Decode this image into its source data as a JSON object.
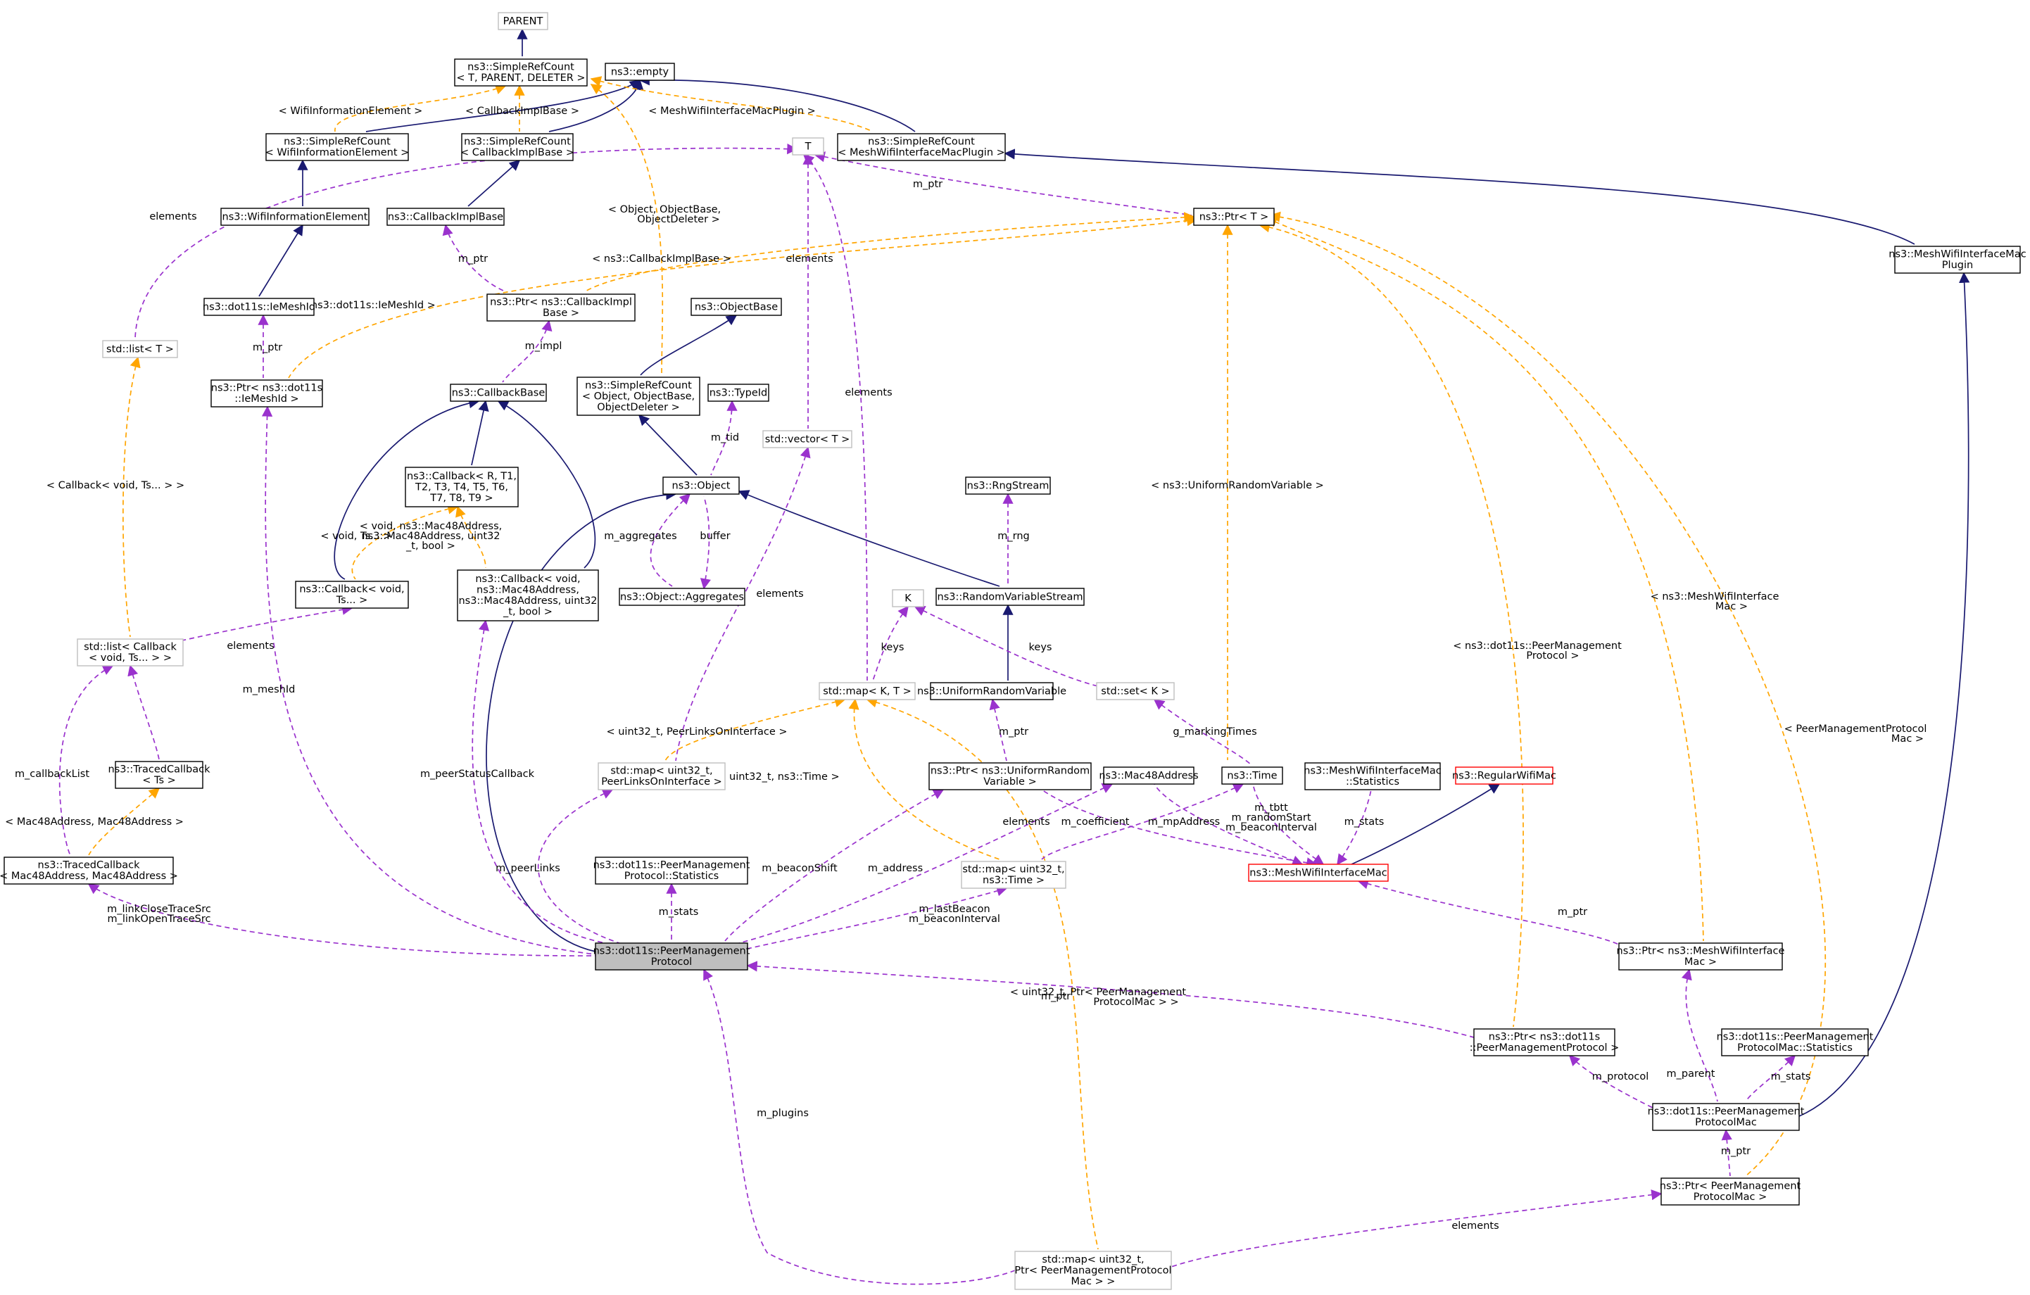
{
  "colors": {
    "inherit": "#191970",
    "member": "#9a32cd",
    "template": "#ffa500",
    "border_normal": "#000000",
    "border_template": "#bfbfbf",
    "border_red": "#ff0000",
    "focus_fill": "#bfbfbf"
  },
  "nodes": {
    "parent": {
      "lines": [
        "PARENT"
      ],
      "style": "template"
    },
    "simplerefcount_t": {
      "lines": [
        "ns3::SimpleRefCount",
        "< T, PARENT, DELETER >"
      ],
      "style": "normal"
    },
    "empty": {
      "lines": [
        "ns3::empty"
      ],
      "style": "normal"
    },
    "simplerefcount_wifi": {
      "lines": [
        "ns3::SimpleRefCount",
        "< WifiInformationElement >"
      ],
      "style": "normal"
    },
    "simplerefcount_cb": {
      "lines": [
        "ns3::SimpleRefCount",
        "< CallbackImplBase >"
      ],
      "style": "normal"
    },
    "simplerefcount_meshplugin": {
      "lines": [
        "ns3::SimpleRefCount",
        "< MeshWifiInterfaceMacPlugin >"
      ],
      "style": "normal"
    },
    "t": {
      "lines": [
        "T"
      ],
      "style": "template"
    },
    "wifiinfoelement": {
      "lines": [
        "ns3::WifiInformationElement"
      ],
      "style": "normal"
    },
    "callbackimplbase": {
      "lines": [
        "ns3::CallbackImplBase"
      ],
      "style": "normal"
    },
    "ptr_t": {
      "lines": [
        "ns3::Ptr< T >"
      ],
      "style": "normal"
    },
    "meshwifiplugin": {
      "lines": [
        "ns3::MeshWifiInterfaceMac",
        "Plugin"
      ],
      "style": "normal"
    },
    "iemeshid": {
      "lines": [
        "ns3::dot11s::IeMeshId"
      ],
      "style": "normal"
    },
    "ptr_cbimpl": {
      "lines": [
        "ns3::Ptr< ns3::CallbackImpl",
        "Base >"
      ],
      "style": "normal"
    },
    "objectbase": {
      "lines": [
        "ns3::ObjectBase"
      ],
      "style": "normal"
    },
    "stdlist_t": {
      "lines": [
        "std::list< T >"
      ],
      "style": "template"
    },
    "ptr_iemeshid": {
      "lines": [
        "ns3::Ptr< ns3::dot11s",
        "::IeMeshId >"
      ],
      "style": "normal"
    },
    "callbackbase": {
      "lines": [
        "ns3::CallbackBase"
      ],
      "style": "normal"
    },
    "simplerefcount_obj": {
      "lines": [
        "ns3::SimpleRefCount",
        "< Object, ObjectBase,",
        "ObjectDeleter >"
      ],
      "style": "normal"
    },
    "typeid": {
      "lines": [
        "ns3::TypeId"
      ],
      "style": "normal"
    },
    "stdvector_t": {
      "lines": [
        "std::vector< T >"
      ],
      "style": "template"
    },
    "callback_r": {
      "lines": [
        "ns3::Callback< R, T1,",
        "T2, T3, T4, T5, T6,",
        "T7, T8, T9 >"
      ],
      "style": "normal"
    },
    "object": {
      "lines": [
        "ns3::Object"
      ],
      "style": "normal"
    },
    "rngstream": {
      "lines": [
        "ns3::RngStream"
      ],
      "style": "normal"
    },
    "callback_void_ts": {
      "lines": [
        "ns3::Callback< void,",
        "Ts... >"
      ],
      "style": "normal"
    },
    "callback_void_mac": {
      "lines": [
        "ns3::Callback< void,",
        "ns3::Mac48Address,",
        "ns3::Mac48Address, uint32",
        "_t, bool >"
      ],
      "style": "normal"
    },
    "aggregates": {
      "lines": [
        "ns3::Object::Aggregates"
      ],
      "style": "normal"
    },
    "randomvarstream": {
      "lines": [
        "ns3::RandomVariableStream"
      ],
      "style": "normal"
    },
    "k": {
      "lines": [
        "K"
      ],
      "style": "template"
    },
    "stdlist_callback": {
      "lines": [
        "std::list< Callback",
        "< void, Ts... > >"
      ],
      "style": "template"
    },
    "stdmap_kt": {
      "lines": [
        "std::map< K, T >"
      ],
      "style": "template"
    },
    "uniformrv": {
      "lines": [
        "ns3::UniformRandomVariable"
      ],
      "style": "normal"
    },
    "stdset_k": {
      "lines": [
        "std::set< K >"
      ],
      "style": "template"
    },
    "tracedcallback_ts": {
      "lines": [
        "ns3::TracedCallback",
        "< Ts >"
      ],
      "style": "normal"
    },
    "stdmap_peerlinks": {
      "lines": [
        "std::map< uint32_t,",
        "PeerLinksOnInterface >"
      ],
      "style": "template"
    },
    "ptr_uniformrv": {
      "lines": [
        "ns3::Ptr< ns3::UniformRandom",
        "Variable >"
      ],
      "style": "normal"
    },
    "mac48address": {
      "lines": [
        "ns3::Mac48Address"
      ],
      "style": "normal"
    },
    "time": {
      "lines": [
        "ns3::Time"
      ],
      "style": "normal"
    },
    "meshwifimac_stats": {
      "lines": [
        "ns3::MeshWifiInterfaceMac",
        "::Statistics"
      ],
      "style": "normal"
    },
    "regularwifimac": {
      "lines": [
        "ns3::RegularWifiMac"
      ],
      "style": "red"
    },
    "tracedcallback_mac": {
      "lines": [
        "ns3::TracedCallback",
        "< Mac48Address, Mac48Address >"
      ],
      "style": "normal"
    },
    "pmp_stats": {
      "lines": [
        "ns3::dot11s::PeerManagement",
        "Protocol::Statistics"
      ],
      "style": "normal"
    },
    "stdmap_time": {
      "lines": [
        "std::map< uint32_t,",
        "ns3::Time >"
      ],
      "style": "template"
    },
    "meshwifimac": {
      "lines": [
        "ns3::MeshWifiInterfaceMac"
      ],
      "style": "red"
    },
    "pmp": {
      "lines": [
        "ns3::dot11s::PeerManagement",
        "Protocol"
      ],
      "style": "focus"
    },
    "ptr_meshwifimac": {
      "lines": [
        "ns3::Ptr< ns3::MeshWifiInterface",
        "Mac >"
      ],
      "style": "normal"
    },
    "ptr_pmp": {
      "lines": [
        "ns3::Ptr< ns3::dot11s",
        "::PeerManagementProtocol >"
      ],
      "style": "normal"
    },
    "pmpmac_stats": {
      "lines": [
        "ns3::dot11s::PeerManagement",
        "ProtocolMac::Statistics"
      ],
      "style": "normal"
    },
    "pmpmac": {
      "lines": [
        "ns3::dot11s::PeerManagement",
        "ProtocolMac"
      ],
      "style": "normal"
    },
    "ptr_pmpmac": {
      "lines": [
        "ns3::Ptr< PeerManagement",
        "ProtocolMac >"
      ],
      "style": "normal"
    },
    "stdmap_plugins": {
      "lines": [
        "std::map< uint32_t,",
        "Ptr< PeerManagementProtocol",
        "Mac > >"
      ],
      "style": "template"
    }
  },
  "edges": [
    {
      "from": "parent",
      "to": "simplerefcount_t",
      "kind": "inherit",
      "label": []
    },
    {
      "from": "empty",
      "to": "simplerefcount_wifi",
      "kind": "inherit",
      "label": []
    },
    {
      "from": "empty",
      "to": "simplerefcount_cb",
      "kind": "inherit",
      "label": []
    },
    {
      "from": "empty",
      "to": "simplerefcount_meshplugin",
      "kind": "inherit",
      "label": []
    },
    {
      "from": "simplerefcount_t",
      "to": "simplerefcount_wifi",
      "kind": "template",
      "label": [
        "< WifiInformationElement >"
      ]
    },
    {
      "from": "simplerefcount_t",
      "to": "simplerefcount_cb",
      "kind": "template",
      "label": [
        "< CallbackImplBase >"
      ]
    },
    {
      "from": "simplerefcount_t",
      "to": "simplerefcount_meshplugin",
      "kind": "template",
      "label": [
        "< MeshWifiInterfaceMacPlugin >"
      ]
    },
    {
      "from": "simplerefcount_t",
      "to": "simplerefcount_obj",
      "kind": "template",
      "label": [
        "< Object, ObjectBase,",
        "ObjectDeleter >"
      ]
    },
    {
      "from": "simplerefcount_wifi",
      "to": "wifiinfoelement",
      "kind": "inherit",
      "label": []
    },
    {
      "from": "simplerefcount_cb",
      "to": "callbackimplbase",
      "kind": "inherit",
      "label": []
    },
    {
      "from": "simplerefcount_meshplugin",
      "to": "meshwifiplugin",
      "kind": "inherit",
      "label": []
    },
    {
      "from": "wifiinfoelement",
      "to": "iemeshid",
      "kind": "inherit",
      "label": []
    },
    {
      "from": "t",
      "to": "stdlist_t",
      "kind": "member",
      "label": [
        "elements"
      ]
    },
    {
      "from": "t",
      "to": "ptr_t",
      "kind": "member",
      "label": [
        "m_ptr"
      ]
    },
    {
      "from": "t",
      "to": "stdvector_t",
      "kind": "member",
      "label": [
        "elements"
      ]
    },
    {
      "from": "t",
      "to": "stdmap_kt",
      "kind": "member",
      "label": [
        "elements"
      ]
    },
    {
      "from": "callbackimplbase",
      "to": "ptr_cbimpl",
      "kind": "member",
      "label": [
        "m_ptr"
      ]
    },
    {
      "from": "ptr_t",
      "to": "ptr_cbimpl",
      "kind": "template",
      "label": [
        "< ns3::CallbackImplBase >"
      ]
    },
    {
      "from": "ptr_t",
      "to": "ptr_iemeshid",
      "kind": "template",
      "label": [
        "< ns3::dot11s::IeMeshId >"
      ]
    },
    {
      "from": "ptr_t",
      "to": "ptr_uniformrv",
      "kind": "template",
      "label": [
        "< ns3::UniformRandomVariable >"
      ]
    },
    {
      "from": "ptr_t",
      "to": "ptr_pmp",
      "kind": "template",
      "label": [
        "< ns3::dot11s::PeerManagement",
        "Protocol >"
      ]
    },
    {
      "from": "ptr_t",
      "to": "ptr_meshwifimac",
      "kind": "template",
      "label": [
        "< ns3::MeshWifiInterface",
        "Mac >"
      ]
    },
    {
      "from": "ptr_t",
      "to": "ptr_pmpmac",
      "kind": "template",
      "label": [
        "< PeerManagementProtocol",
        "Mac >"
      ]
    },
    {
      "from": "iemeshid",
      "to": "ptr_iemeshid",
      "kind": "member",
      "label": [
        "m_ptr"
      ]
    },
    {
      "from": "ptr_cbimpl",
      "to": "callbackbase",
      "kind": "member",
      "label": [
        "m_impl"
      ]
    },
    {
      "from": "objectbase",
      "to": "simplerefcount_obj",
      "kind": "inherit",
      "label": []
    },
    {
      "from": "stdlist_t",
      "to": "stdlist_callback",
      "kind": "template",
      "label": [
        "< Callback< void, Ts... > >"
      ]
    },
    {
      "from": "callbackbase",
      "to": "callback_r",
      "kind": "inherit",
      "label": []
    },
    {
      "from": "callbackbase",
      "to": "callback_void_ts",
      "kind": "inherit",
      "label": []
    },
    {
      "from": "callbackbase",
      "to": "callback_void_mac",
      "kind": "inherit",
      "label": []
    },
    {
      "from": "callback_r",
      "to": "callback_void_ts",
      "kind": "template",
      "label": [
        "< void, Ts... >"
      ]
    },
    {
      "from": "callback_r",
      "to": "callback_void_mac",
      "kind": "template",
      "label": [
        "< void, ns3::Mac48Address,",
        "ns3::Mac48Address, uint32",
        "_t, bool >"
      ]
    },
    {
      "from": "simplerefcount_obj",
      "to": "object",
      "kind": "inherit",
      "label": []
    },
    {
      "from": "typeid",
      "to": "object",
      "kind": "member",
      "label": [
        "m_tid"
      ]
    },
    {
      "from": "object",
      "to": "aggregates",
      "kind": "member",
      "label": [
        "m_aggregates"
      ]
    },
    {
      "from": "aggregates",
      "to": "object",
      "kind": "member",
      "label": [
        "buffer"
      ]
    },
    {
      "from": "object",
      "to": "randomvarstream",
      "kind": "inherit",
      "label": []
    },
    {
      "from": "object",
      "to": "pmp",
      "kind": "inherit",
      "label": []
    },
    {
      "from": "rngstream",
      "to": "randomvarstream",
      "kind": "member",
      "label": [
        "m_rng"
      ]
    },
    {
      "from": "randomvarstream",
      "to": "uniformrv",
      "kind": "inherit",
      "label": []
    },
    {
      "from": "callback_void_ts",
      "to": "stdlist_callback",
      "kind": "member",
      "label": [
        "elements"
      ]
    },
    {
      "from": "k",
      "to": "stdmap_kt",
      "kind": "member",
      "label": [
        "keys"
      ]
    },
    {
      "from": "k",
      "to": "stdset_k",
      "kind": "member",
      "label": [
        "keys"
      ]
    },
    {
      "from": "stdlist_callback",
      "to": "tracedcallback_ts",
      "kind": "member",
      "label": [
        "m_callbackList"
      ]
    },
    {
      "from": "stdlist_callback",
      "to": "tracedcallback_mac",
      "kind": "member",
      "label": [
        "m_callbackList"
      ]
    },
    {
      "from": "stdvector_t",
      "to": "stdmap_peerlinks",
      "kind": "member",
      "label": [
        "elements"
      ]
    },
    {
      "from": "stdmap_kt",
      "to": "stdmap_peerlinks",
      "kind": "template",
      "label": [
        "< uint32_t, PeerLinksOnInterface >"
      ]
    },
    {
      "from": "stdmap_kt",
      "to": "stdmap_time",
      "kind": "template",
      "label": [
        "< uint32_t, ns3::Time >"
      ]
    },
    {
      "from": "stdmap_kt",
      "to": "stdmap_plugins",
      "kind": "template",
      "label": [
        "< uint32_t, Ptr< PeerManagement",
        "ProtocolMac > >"
      ]
    },
    {
      "from": "uniformrv",
      "to": "ptr_uniformrv",
      "kind": "member",
      "label": [
        "m_ptr"
      ]
    },
    {
      "from": "stdset_k",
      "to": "time",
      "kind": "member",
      "label": [
        "g_markingTimes"
      ]
    },
    {
      "from": "tracedcallback_ts",
      "to": "tracedcallback_mac",
      "kind": "template",
      "label": [
        "< Mac48Address, Mac48Address >"
      ]
    },
    {
      "from": "time",
      "to": "stdmap_time",
      "kind": "member",
      "label": [
        "elements"
      ]
    },
    {
      "from": "ptr_uniformrv",
      "to": "meshwifimac",
      "kind": "member",
      "label": [
        "m_coefficient"
      ]
    },
    {
      "from": "mac48address",
      "to": "meshwifimac",
      "kind": "member",
      "label": [
        "m_mpAddress"
      ]
    },
    {
      "from": "time",
      "to": "meshwifimac",
      "kind": "member",
      "label": [
        "m_tbtt",
        "m_randomStart",
        "m_beaconInterval"
      ]
    },
    {
      "from": "meshwifimac_stats",
      "to": "meshwifimac",
      "kind": "member",
      "label": [
        "m_stats"
      ]
    },
    {
      "from": "regularwifimac",
      "to": "meshwifimac",
      "kind": "inherit",
      "label": []
    },
    {
      "from": "meshwifimac",
      "to": "ptr_meshwifimac",
      "kind": "member",
      "label": [
        "m_ptr"
      ]
    },
    {
      "from": "ptr_iemeshid",
      "to": "pmp",
      "kind": "member",
      "label": [
        "m_meshId"
      ]
    },
    {
      "from": "callback_void_mac",
      "to": "pmp",
      "kind": "member",
      "label": [
        "m_peerStatusCallback"
      ]
    },
    {
      "from": "stdmap_peerlinks",
      "to": "pmp",
      "kind": "member",
      "label": [
        "m_peerLinks"
      ]
    },
    {
      "from": "pmp_stats",
      "to": "pmp",
      "kind": "member",
      "label": [
        "m_stats"
      ]
    },
    {
      "from": "ptr_uniformrv",
      "to": "pmp",
      "kind": "member",
      "label": [
        "m_beaconShift"
      ]
    },
    {
      "from": "mac48address",
      "to": "pmp",
      "kind": "member",
      "label": [
        "m_address"
      ]
    },
    {
      "from": "stdmap_time",
      "to": "pmp",
      "kind": "member",
      "label": [
        "m_lastBeacon",
        "m_beaconInterval"
      ]
    },
    {
      "from": "tracedcallback_mac",
      "to": "pmp",
      "kind": "member",
      "label": [
        "m_linkCloseTraceSrc",
        "m_linkOpenTraceSrc"
      ]
    },
    {
      "from": "pmp",
      "to": "ptr_pmp",
      "kind": "member",
      "label": [
        "m_ptr"
      ]
    },
    {
      "from": "stdmap_plugins",
      "to": "pmp",
      "kind": "member",
      "label": [
        "m_plugins"
      ]
    },
    {
      "from": "ptr_meshwifimac",
      "to": "pmpmac",
      "kind": "member",
      "label": [
        "m_parent"
      ]
    },
    {
      "from": "ptr_pmp",
      "to": "pmpmac",
      "kind": "member",
      "label": [
        "m_protocol"
      ]
    },
    {
      "from": "pmpmac_stats",
      "to": "pmpmac",
      "kind": "member",
      "label": [
        "m_stats"
      ]
    },
    {
      "from": "meshwifiplugin",
      "to": "pmpmac",
      "kind": "inherit",
      "label": []
    },
    {
      "from": "pmpmac",
      "to": "ptr_pmpmac",
      "kind": "member",
      "label": [
        "m_ptr"
      ]
    },
    {
      "from": "ptr_pmpmac",
      "to": "stdmap_plugins",
      "kind": "member",
      "label": [
        "elements"
      ]
    }
  ]
}
